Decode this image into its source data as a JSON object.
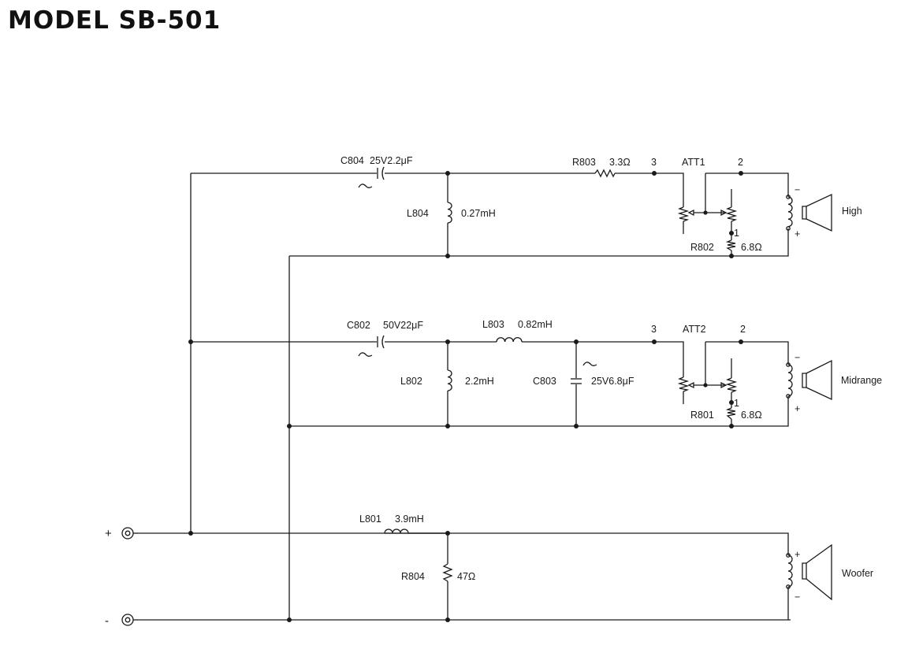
{
  "title": "MODEL SB-501",
  "components": {
    "c804": {
      "ref": "C804",
      "value": "25V2.2μF"
    },
    "r803": {
      "ref": "R803",
      "value": "3.3Ω"
    },
    "l804": {
      "ref": "L804",
      "value": "0.27mH"
    },
    "r802": {
      "ref": "R802",
      "value": "6.8Ω"
    },
    "att1": {
      "ref": "ATT1",
      "pin3": "3",
      "pin2": "2",
      "pin1": "1"
    },
    "c802": {
      "ref": "C802",
      "value": "50V22μF"
    },
    "l803": {
      "ref": "L803",
      "value": "0.82mH"
    },
    "l802": {
      "ref": "L802",
      "value": "2.2mH"
    },
    "c803": {
      "ref": "C803",
      "value": "25V6.8μF"
    },
    "r801": {
      "ref": "R801",
      "value": "6.8Ω"
    },
    "att2": {
      "ref": "ATT2",
      "pin3": "3",
      "pin2": "2",
      "pin1": "1"
    },
    "l801": {
      "ref": "L801",
      "value": "3.9mH"
    },
    "r804": {
      "ref": "R804",
      "value": "47Ω"
    }
  },
  "speakers": {
    "high": "High",
    "midrange": "Midrange",
    "woofer": "Woofer"
  },
  "polarity": {
    "plus": "+",
    "minus": "−"
  },
  "terminals": {
    "plus": "+",
    "minus": "-"
  }
}
